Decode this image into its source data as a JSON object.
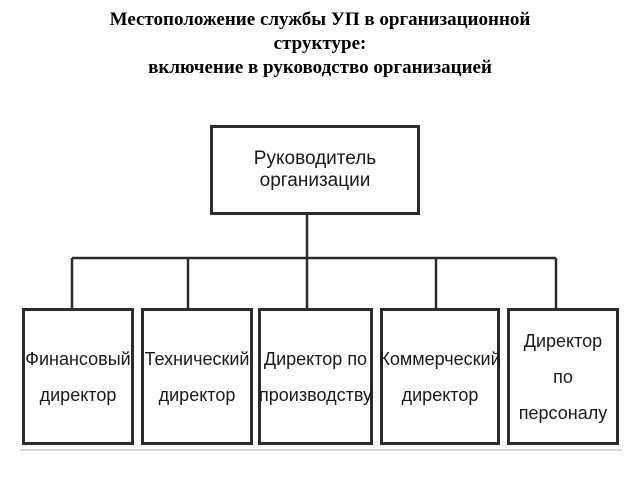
{
  "title": {
    "line1": "Местоположение службы УП в организационной",
    "line2": "структуре:",
    "line3": "включение в руководство организацией"
  },
  "root": {
    "label": "Руководитель организации"
  },
  "children": [
    {
      "line1": "Финансовый",
      "line2": "директор"
    },
    {
      "line1": "Технический",
      "line2": "директор"
    },
    {
      "line1": "Директор по",
      "line2": "производству"
    },
    {
      "line1": "Коммерческий",
      "line2": "директор"
    },
    {
      "line1": "Директор по",
      "line2": "персоналу"
    }
  ],
  "colors": {
    "line": "#2b2b2b",
    "text": "#000000",
    "background": "#ffffff"
  }
}
